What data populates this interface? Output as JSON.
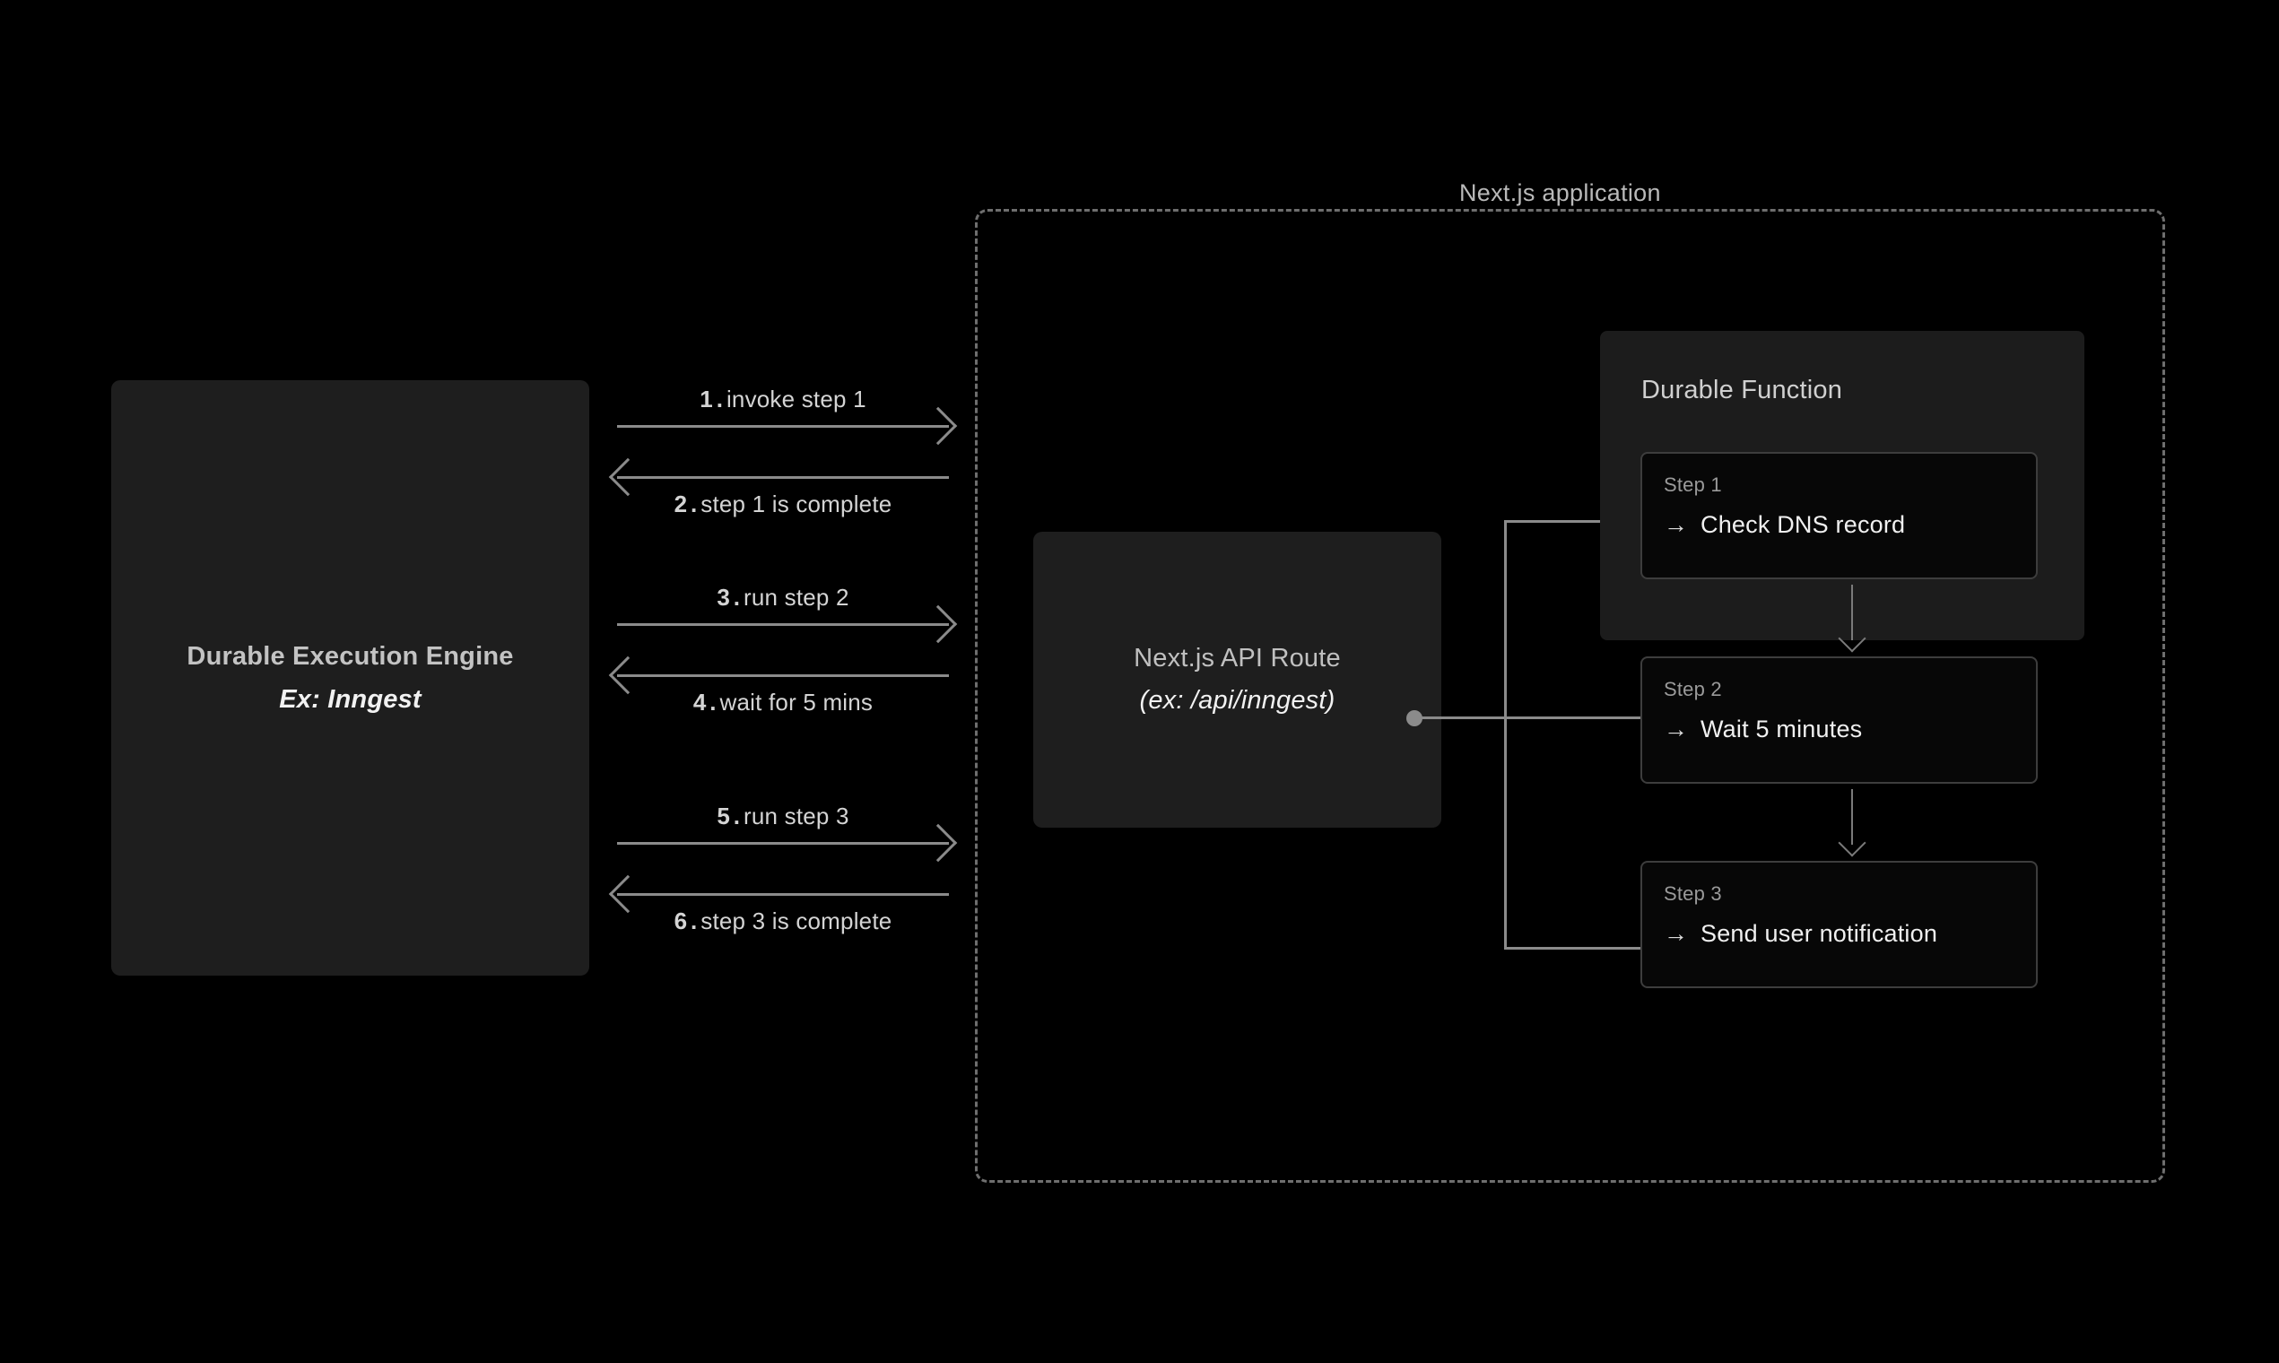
{
  "engine": {
    "title": "Durable Execution Engine",
    "subtitle": "Ex: Inngest"
  },
  "messages": [
    {
      "num": "1.",
      "text": "invoke step 1",
      "direction": "right"
    },
    {
      "num": "2.",
      "text": "step 1 is complete",
      "direction": "left"
    },
    {
      "num": "3.",
      "text": "run step 2",
      "direction": "right"
    },
    {
      "num": "4.",
      "text": "wait for 5 mins",
      "direction": "left"
    },
    {
      "num": "5.",
      "text": "run step 3",
      "direction": "right"
    },
    {
      "num": "6.",
      "text": "step 3 is complete",
      "direction": "left"
    }
  ],
  "nextjs_app": {
    "title": "Next.js application"
  },
  "api_route": {
    "title": "Next.js API Route",
    "subtitle": "(ex: /api/inngest)"
  },
  "durable_function": {
    "title": "Durable Function",
    "steps": [
      {
        "kicker": "Step 1",
        "arrow": "→",
        "text": "Check DNS record"
      },
      {
        "kicker": "Step 2",
        "arrow": "→",
        "text": "Wait 5 minutes"
      },
      {
        "kicker": "Step 3",
        "arrow": "→",
        "text": "Send user notification"
      }
    ]
  },
  "colors": {
    "background": "#000000",
    "panel": "#1c1c1c",
    "box": "#1e1e1e",
    "card": "#070707",
    "card_border": "#3d3d3d",
    "dashed_border": "#6e6e6e",
    "connector": "#8b8b8b",
    "text_primary": "#f0f0f0",
    "text_secondary": "#c0c0c0",
    "text_muted": "#9a9a9a"
  }
}
